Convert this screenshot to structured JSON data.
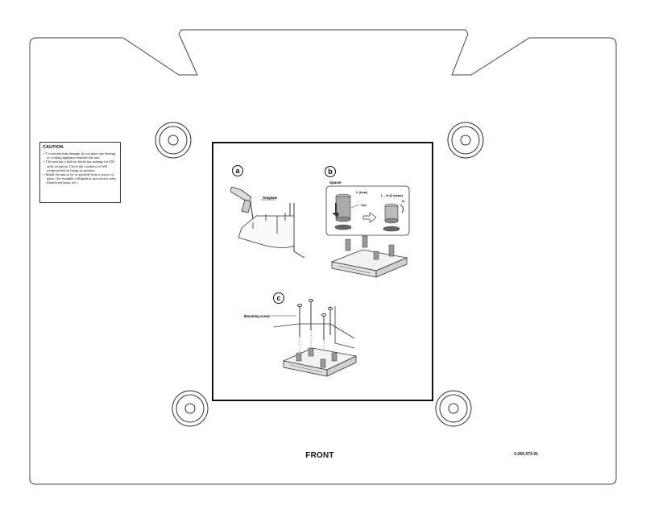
{
  "caution": {
    "title": "CAUTION",
    "items": [
      "• T o prevent heat damage, do not place any heating or cooking appliance beneath this unit.",
      "• T he unit has a built-in ferrite bar antenna for AM radio reception. Check the condition of AM reception before fixing its position.",
      "• Install the unit as far as possible from a source of noise. (for example, refrigerator, microwave oven, fluorescent lamp, etc.)"
    ]
  },
  "steps": {
    "a": {
      "marker": "a",
      "template_label": "Template"
    },
    "b": {
      "marker": "b",
      "spacer_label": "Spacer",
      "low_label": "L (Low)",
      "cut_label": "Cut",
      "steps_label": "L→H (4 steps)",
      "high_label": "H"
    },
    "c": {
      "marker": "c",
      "screw_label": "Mounting screw"
    }
  },
  "footer": {
    "front_label": "FRONT",
    "part_number": "3-265-573-01"
  },
  "colors": {
    "line": "#333333",
    "spacer_fill": "#888888"
  }
}
